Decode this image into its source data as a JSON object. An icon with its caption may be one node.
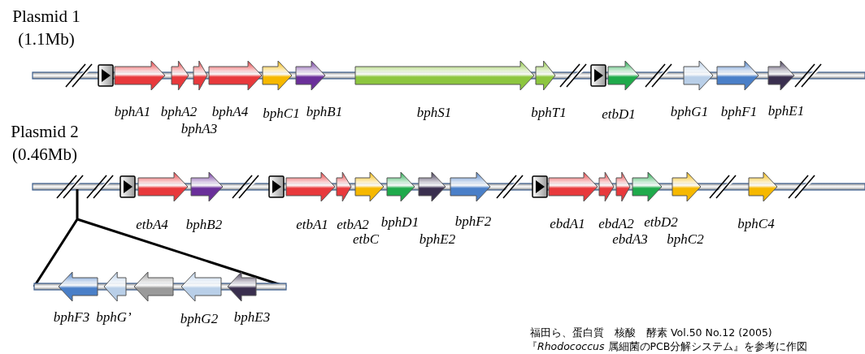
{
  "diagram": {
    "labels": [
      "Plasmid 1 (1.1Mb)",
      "bphA1",
      "bphA2",
      "bphA4",
      "bphC1",
      "bphB1",
      "bphS1",
      "bphT1",
      "etbD1",
      "bphG1",
      "bphF1",
      "bphE1",
      "bphA3",
      "Plasmid 2 (0.46Mb)",
      "etbA4",
      "bphB2",
      "etbA1",
      "etbA2",
      "bphD1",
      "bphF2",
      "ebdA1",
      "ebdA2",
      "etbD2",
      "bphC4",
      "etbC",
      "bphE2",
      "ebdA3",
      "bphC2",
      "bphF3",
      "bphG’",
      "bphG2",
      "bphE3",
      "福田ら、蛋白質　核酸　酵素  Vol.50 No.12 (2005)",
      "『*Rhodococcus* 属細菌のPCB分解システム』を参考に作図"
    ]
  }
}
